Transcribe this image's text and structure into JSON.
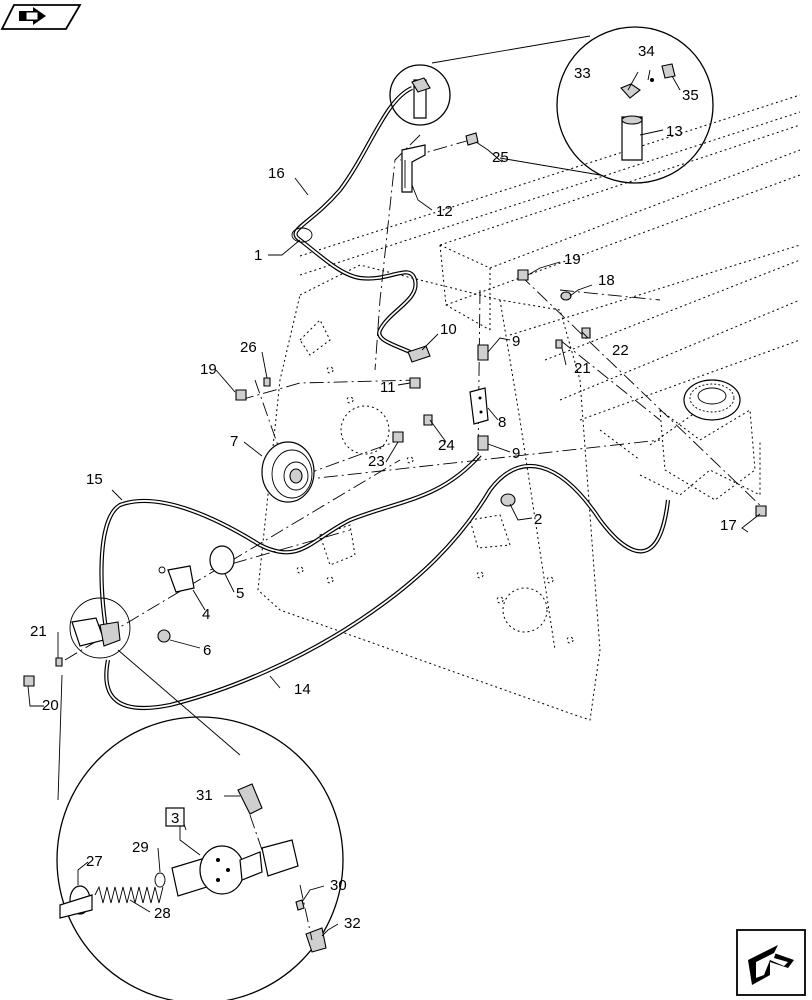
{
  "diagram": {
    "callouts": [
      {
        "id": "c1",
        "text": "1"
      },
      {
        "id": "c2",
        "text": "2"
      },
      {
        "id": "c3",
        "text": "3"
      },
      {
        "id": "c4",
        "text": "4"
      },
      {
        "id": "c5",
        "text": "5"
      },
      {
        "id": "c6",
        "text": "6"
      },
      {
        "id": "c7",
        "text": "7"
      },
      {
        "id": "c8",
        "text": "8"
      },
      {
        "id": "c9a",
        "text": "9"
      },
      {
        "id": "c9b",
        "text": "9"
      },
      {
        "id": "c10",
        "text": "10"
      },
      {
        "id": "c11",
        "text": "11"
      },
      {
        "id": "c12",
        "text": "12"
      },
      {
        "id": "c13",
        "text": "13"
      },
      {
        "id": "c14",
        "text": "14"
      },
      {
        "id": "c15",
        "text": "15"
      },
      {
        "id": "c16",
        "text": "16"
      },
      {
        "id": "c17",
        "text": "17"
      },
      {
        "id": "c18",
        "text": "18"
      },
      {
        "id": "c19a",
        "text": "19"
      },
      {
        "id": "c19b",
        "text": "19"
      },
      {
        "id": "c20",
        "text": "20"
      },
      {
        "id": "c21a",
        "text": "21"
      },
      {
        "id": "c21b",
        "text": "21"
      },
      {
        "id": "c22",
        "text": "22"
      },
      {
        "id": "c23",
        "text": "23"
      },
      {
        "id": "c24",
        "text": "24"
      },
      {
        "id": "c25",
        "text": "25"
      },
      {
        "id": "c26",
        "text": "26"
      },
      {
        "id": "c27",
        "text": "27"
      },
      {
        "id": "c28",
        "text": "28"
      },
      {
        "id": "c29",
        "text": "29"
      },
      {
        "id": "c30",
        "text": "30"
      },
      {
        "id": "c31",
        "text": "31"
      },
      {
        "id": "c32",
        "text": "32"
      },
      {
        "id": "c33",
        "text": "33"
      },
      {
        "id": "c34",
        "text": "34"
      },
      {
        "id": "c35",
        "text": "35"
      }
    ]
  },
  "icons": {
    "top_left": "book-arrow-icon",
    "bottom_right": "next-page-arrow-icon"
  },
  "colors": {
    "line": "#000000",
    "fill_gray": "#cfcfcf"
  }
}
